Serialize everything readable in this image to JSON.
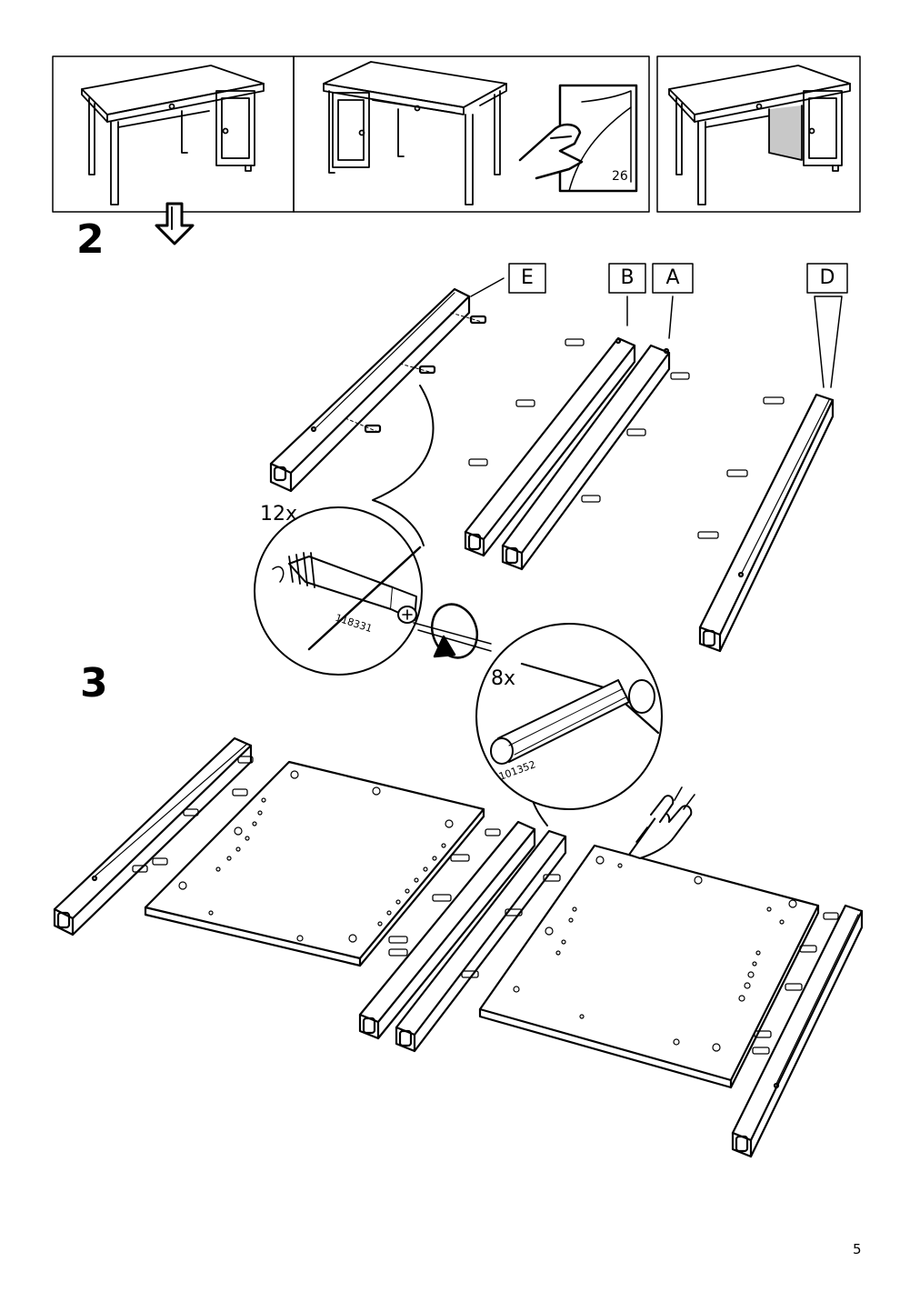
{
  "steps": {
    "two": "2",
    "three": "3"
  },
  "top_strip": {
    "page_reference": "26"
  },
  "step2": {
    "quantity": "12x",
    "part_number": "118331",
    "part_labels": {
      "e": "E",
      "b": "B",
      "a": "A",
      "d": "D"
    }
  },
  "step3": {
    "quantity": "8x",
    "part_number": "101352"
  },
  "footer": {
    "page_number": "5"
  },
  "icons": [
    "down-arrow-icon",
    "turn-page-hand-icon",
    "rotate-arrow-icon",
    "press-finger-hand-icon",
    "screwdriver-icon"
  ],
  "colors": {
    "line": "#000000",
    "shade": "#c8c8c8",
    "background": "#ffffff"
  }
}
